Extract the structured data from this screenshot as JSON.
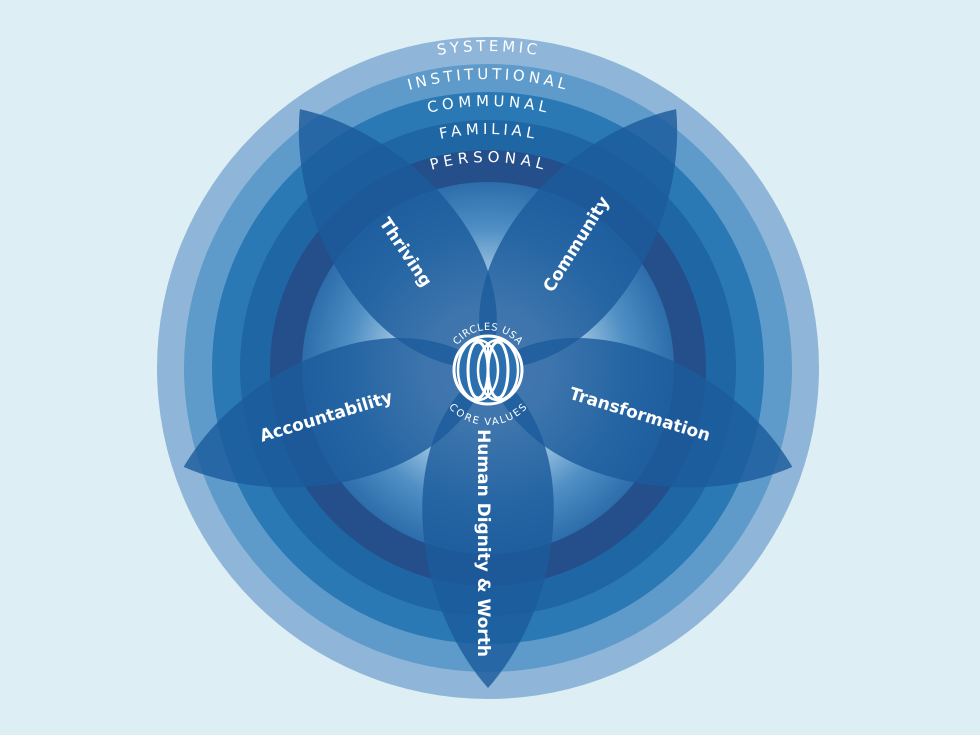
{
  "rings": [
    {
      "label": "SYSTEMIC",
      "color": "#8fb6d8"
    },
    {
      "label": "INSTITUTIONAL",
      "color": "#5e9bca"
    },
    {
      "label": "COMMUNAL",
      "color": "#2a79b5"
    },
    {
      "label": "FAMILIAL",
      "color": "#1f66a5"
    },
    {
      "label": "PERSONAL",
      "color": "#244f8a"
    }
  ],
  "petals": [
    {
      "label": "Thriving"
    },
    {
      "label": "Community"
    },
    {
      "label": "Transformation"
    },
    {
      "label": "Human Dignity & Worth"
    },
    {
      "label": "Accountability"
    }
  ],
  "logo": {
    "top_text": "CIRCLES USA",
    "bottom_text": "CORE VALUES"
  },
  "colors": {
    "background": "#ddeef5",
    "petal": "#1c5c9c",
    "sphere_center": "#ffffff",
    "sphere_edge": "#2c6dab"
  }
}
